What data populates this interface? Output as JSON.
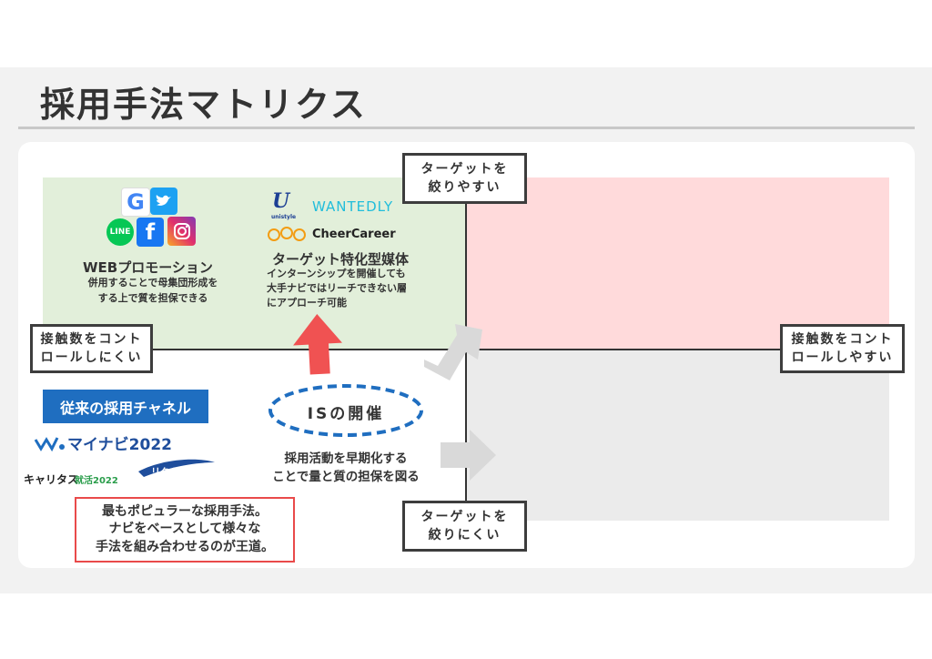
{
  "title": "採用手法マトリクス",
  "axes": {
    "top": "ターゲットを\n絞りやすい",
    "bottom": "ターゲットを\n絞りにくい",
    "left": "接触数をコント\nロールしにくい",
    "right": "接触数をコント\nロールしやすい"
  },
  "web_promo": {
    "title": "WEBプロモーション",
    "desc": "併用することで母集団形成を\nする上で質を担保できる",
    "icons": [
      "google-icon",
      "twitter-icon",
      "line-icon",
      "facebook-icon",
      "instagram-icon"
    ],
    "line_label": "LINE"
  },
  "targeted_media": {
    "logos": {
      "unistyle_mark": "U",
      "unistyle_sub": "unistyle",
      "wantedly": "WANTEDLY",
      "cheercareer": "CheerCareer"
    },
    "title": "ターゲット特化型媒体",
    "desc": "インターンシップを開催しても\n大手ナビではリーチできない層\nにアプローチ可能"
  },
  "traditional": {
    "label": "従来の採用チャネル",
    "logos": {
      "mynavi": "マイナビ2022",
      "careertasu_a": "キャリタス",
      "careertasu_b": "就活2022",
      "rikunabi": "リクナビ2022"
    },
    "note": "最もポピュラーな採用手法。\nナビをベースとして様々な\n手法を組み合わせるのが王道。"
  },
  "is_event": {
    "label": "ISの開催",
    "desc": "採用活動を早期化する\nことで量と質の担保を図る"
  },
  "colors": {
    "background": "#f2f2f2",
    "card": "#ffffff",
    "quadrant_top_left": "#e2efda",
    "quadrant_top_right": "#ffdadb",
    "quadrant_bottom_right": "#ebebeb",
    "accent_blue": "#1f6ec0",
    "accent_red": "#f05252",
    "gray_arrow": "#d9d9d9"
  }
}
